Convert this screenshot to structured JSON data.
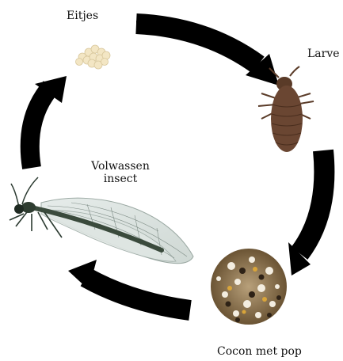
{
  "diagram": {
    "type": "life-cycle",
    "stages": [
      {
        "id": "eggs",
        "label": "Eitjes"
      },
      {
        "id": "larva",
        "label": "Larve"
      },
      {
        "id": "cocoon",
        "label": "Cocon met pop"
      },
      {
        "id": "adult",
        "label_line1": "Volwassen",
        "label_line2": "insect"
      }
    ],
    "arrow_color": "#000000",
    "flow": "clockwise"
  }
}
